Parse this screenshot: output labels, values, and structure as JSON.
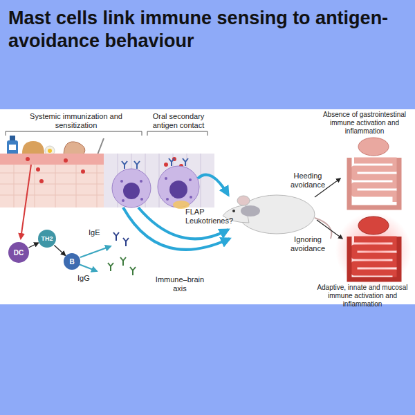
{
  "diagram": {
    "title": "Mast cells link immune sensing to antigen-avoidance behaviour",
    "nodes": [
      {
        "text": [
          "DC"
        ]
      },
      {
        "text": [
          "TH2"
        ]
      },
      {
        "text": [
          "B"
        ]
      }
    ],
    "edges": [
      {
        "from": 0,
        "to": 1,
        "arrow": "to"
      },
      {
        "from": 1,
        "to": 2,
        "arrow": "to"
      }
    ],
    "labels": [
      "Systemic immunization and sensitization",
      "Oral secondary antigen contact",
      "IgE",
      "IgG",
      "FLAP Leukotrienes?",
      "Immune–brain axis",
      "Absence of gastrointestinal immune activation and inflammation",
      "Heeding avoidance",
      "Ignoring avoidance",
      "Adaptive, innate and mucosal immune activation and inflammation"
    ]
  }
}
